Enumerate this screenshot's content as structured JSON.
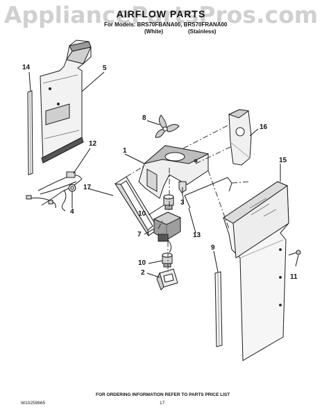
{
  "header": {
    "watermark": "AppliancePartsPros.com",
    "title": "AIRFLOW PARTS",
    "models_prefix": "For Models: BRS70FBANA00, BRS70FRANA00",
    "variant_white": "(White)",
    "variant_stainless": "(Stainless)"
  },
  "callouts": {
    "c1": "1",
    "c2": "2",
    "c3": "3",
    "c4": "4",
    "c5": "5",
    "c7": "7",
    "c8": "8",
    "c9": "9",
    "c10a": "10",
    "c10b": "10",
    "c11": "11",
    "c12": "12",
    "c13": "13",
    "c14": "14",
    "c15": "15",
    "c16": "16",
    "c17": "17"
  },
  "footer": {
    "ordering_note": "FOR ORDERING INFORMATION REFER TO PARTS PRICE LIST",
    "doc_number": "W10259665",
    "page_number": "17"
  },
  "colors": {
    "line": "#1a1a1a",
    "shade": "#bdbdbd",
    "watermark": "#aaaaaa"
  }
}
